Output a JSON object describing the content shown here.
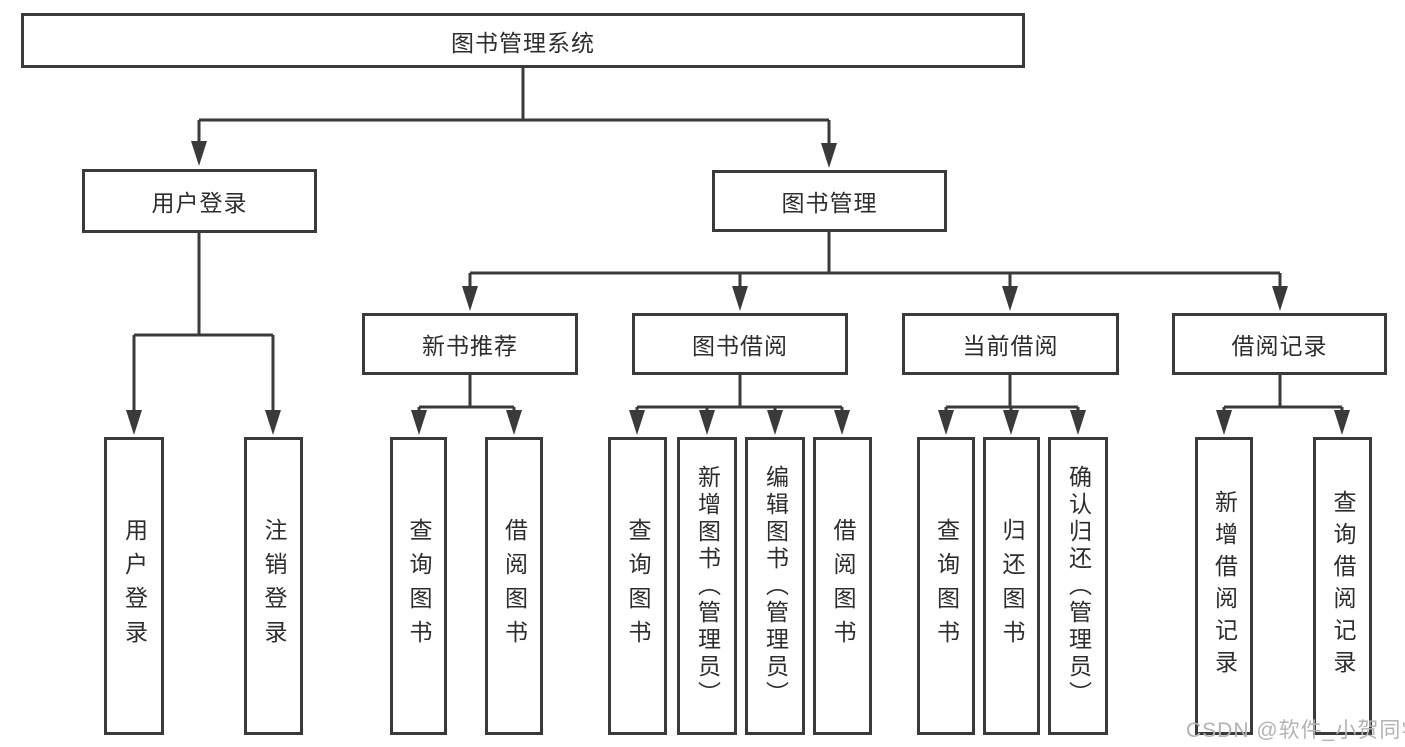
{
  "diagram": {
    "title": "图书管理系统",
    "branches": {
      "user_login": {
        "label": "用户登录",
        "children": [
          "用户登录",
          "注销登录"
        ]
      },
      "book_management": {
        "label": "图书管理",
        "sections": {
          "new_book": {
            "label": "新书推荐",
            "children": [
              "查询图书",
              "借阅图书"
            ]
          },
          "book_borrow": {
            "label": "图书借阅",
            "children": [
              "查询图书",
              "新增图书（管理员）",
              "编辑图书（管理员）",
              "借阅图书"
            ]
          },
          "current_borrow": {
            "label": "当前借阅",
            "children": [
              "查询图书",
              "归还图书",
              "确认归还（管理员）"
            ]
          },
          "borrow_record": {
            "label": "借阅记录",
            "children": [
              "新增借阅记录",
              "查询借阅记录"
            ]
          }
        }
      }
    }
  },
  "colors": {
    "line": "#3a3a3a",
    "text": "#2d2d2d",
    "background": "#ffffff",
    "watermark": "#b3b3b3"
  },
  "watermark": "CSDN @软件_小贺同学"
}
